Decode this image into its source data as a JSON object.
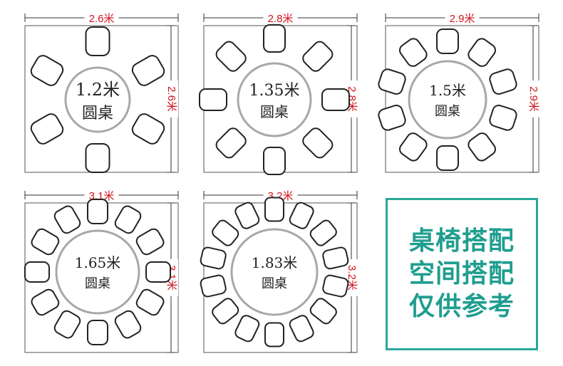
{
  "layouts": [
    {
      "room_width": "2.6米",
      "room_depth": "2.6米",
      "table_size": "1.2米",
      "table_label": "圆桌",
      "chairs": 6
    },
    {
      "room_width": "2.8米",
      "room_depth": "2.8米",
      "table_size": "1.35米",
      "table_label": "圆桌",
      "chairs": 8
    },
    {
      "room_width": "2.9米",
      "room_depth": "2.9米",
      "table_size": "1.5米",
      "table_label": "圆桌",
      "chairs": 10
    },
    {
      "room_width": "3.1米",
      "room_depth": "3.1米",
      "table_size": "1.65米",
      "table_label": "圆桌",
      "chairs": 12
    },
    {
      "room_width": "3.2米",
      "room_depth": "3.2米",
      "table_size": "1.83米",
      "table_label": "圆桌",
      "chairs": 14
    }
  ],
  "note": {
    "lines": [
      "桌椅搭配",
      "空间搭配",
      "仅供参考"
    ]
  },
  "colors": {
    "dimension_text": "#d0141c",
    "outline": "#222222",
    "table_ring": "#a8a8a8",
    "note_text": "#1f9e8f",
    "note_border": "#2aa89a"
  }
}
